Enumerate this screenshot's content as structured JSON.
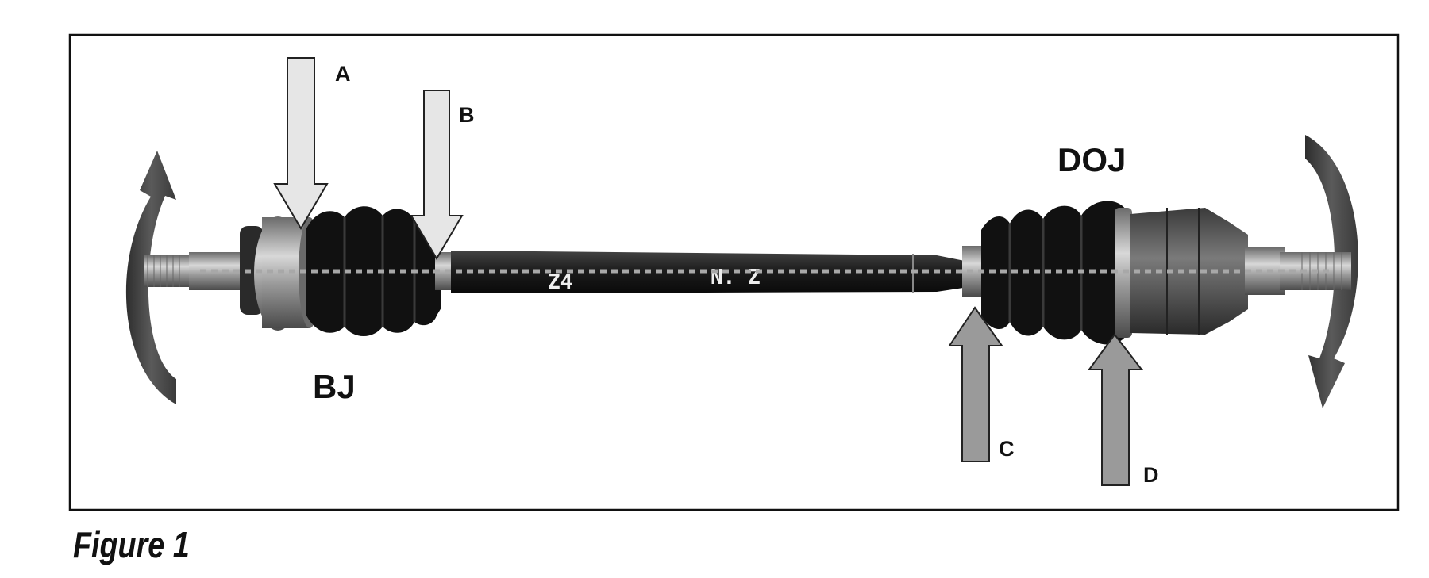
{
  "figure": {
    "caption": "Figure 1",
    "labels": {
      "bj": "BJ",
      "doj": "DOJ",
      "arrow_a": "A",
      "arrow_b": "B",
      "arrow_c": "C",
      "arrow_d": "D"
    },
    "shaft_markings": {
      "left": "Z4",
      "right": "N. Z"
    },
    "colors": {
      "frame": "#111111",
      "shaft": "#1a1a1a",
      "boot": "#111111",
      "housing": "#555555",
      "light_arrow": "#e6e6e6",
      "dark_arrow": "#9a9a9a",
      "rotation_arrow": "#454545",
      "centerline": "#9c9c9c"
    }
  }
}
